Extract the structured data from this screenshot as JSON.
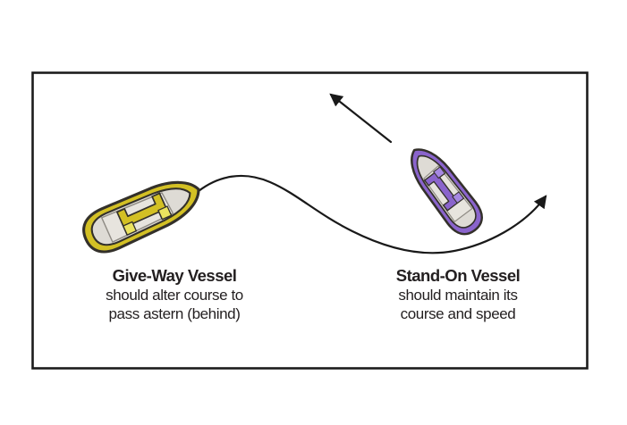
{
  "diagram_title": "crossing-situation-right-of-way",
  "vessels": [
    {
      "role": "give-way",
      "title": "Give-Way Vessel",
      "lines": [
        "should alter course to",
        "pass astern (behind)"
      ],
      "hull_color": "#d3c024",
      "seat_color": "#ebe35f",
      "heading": "up-right",
      "course_arrow": "s-curve-passing-astern"
    },
    {
      "role": "stand-on",
      "title": "Stand-On Vessel",
      "lines": [
        "should maintain its",
        "course and speed"
      ],
      "hull_color": "#8a64cc",
      "seat_color": "#a688e2",
      "heading": "up-left",
      "course_arrow": "straight"
    }
  ],
  "colors": {
    "background": "#ffffff",
    "frame_border": "#1c1c1c",
    "arrow": "#191919",
    "outline": "#33302a",
    "deck": "#dedbd5",
    "text": "#231f20",
    "give_way_hull": "#d3c024",
    "give_way_seat": "#ebe35f",
    "stand_on_hull": "#8a64cc",
    "stand_on_seat": "#a688e2"
  }
}
